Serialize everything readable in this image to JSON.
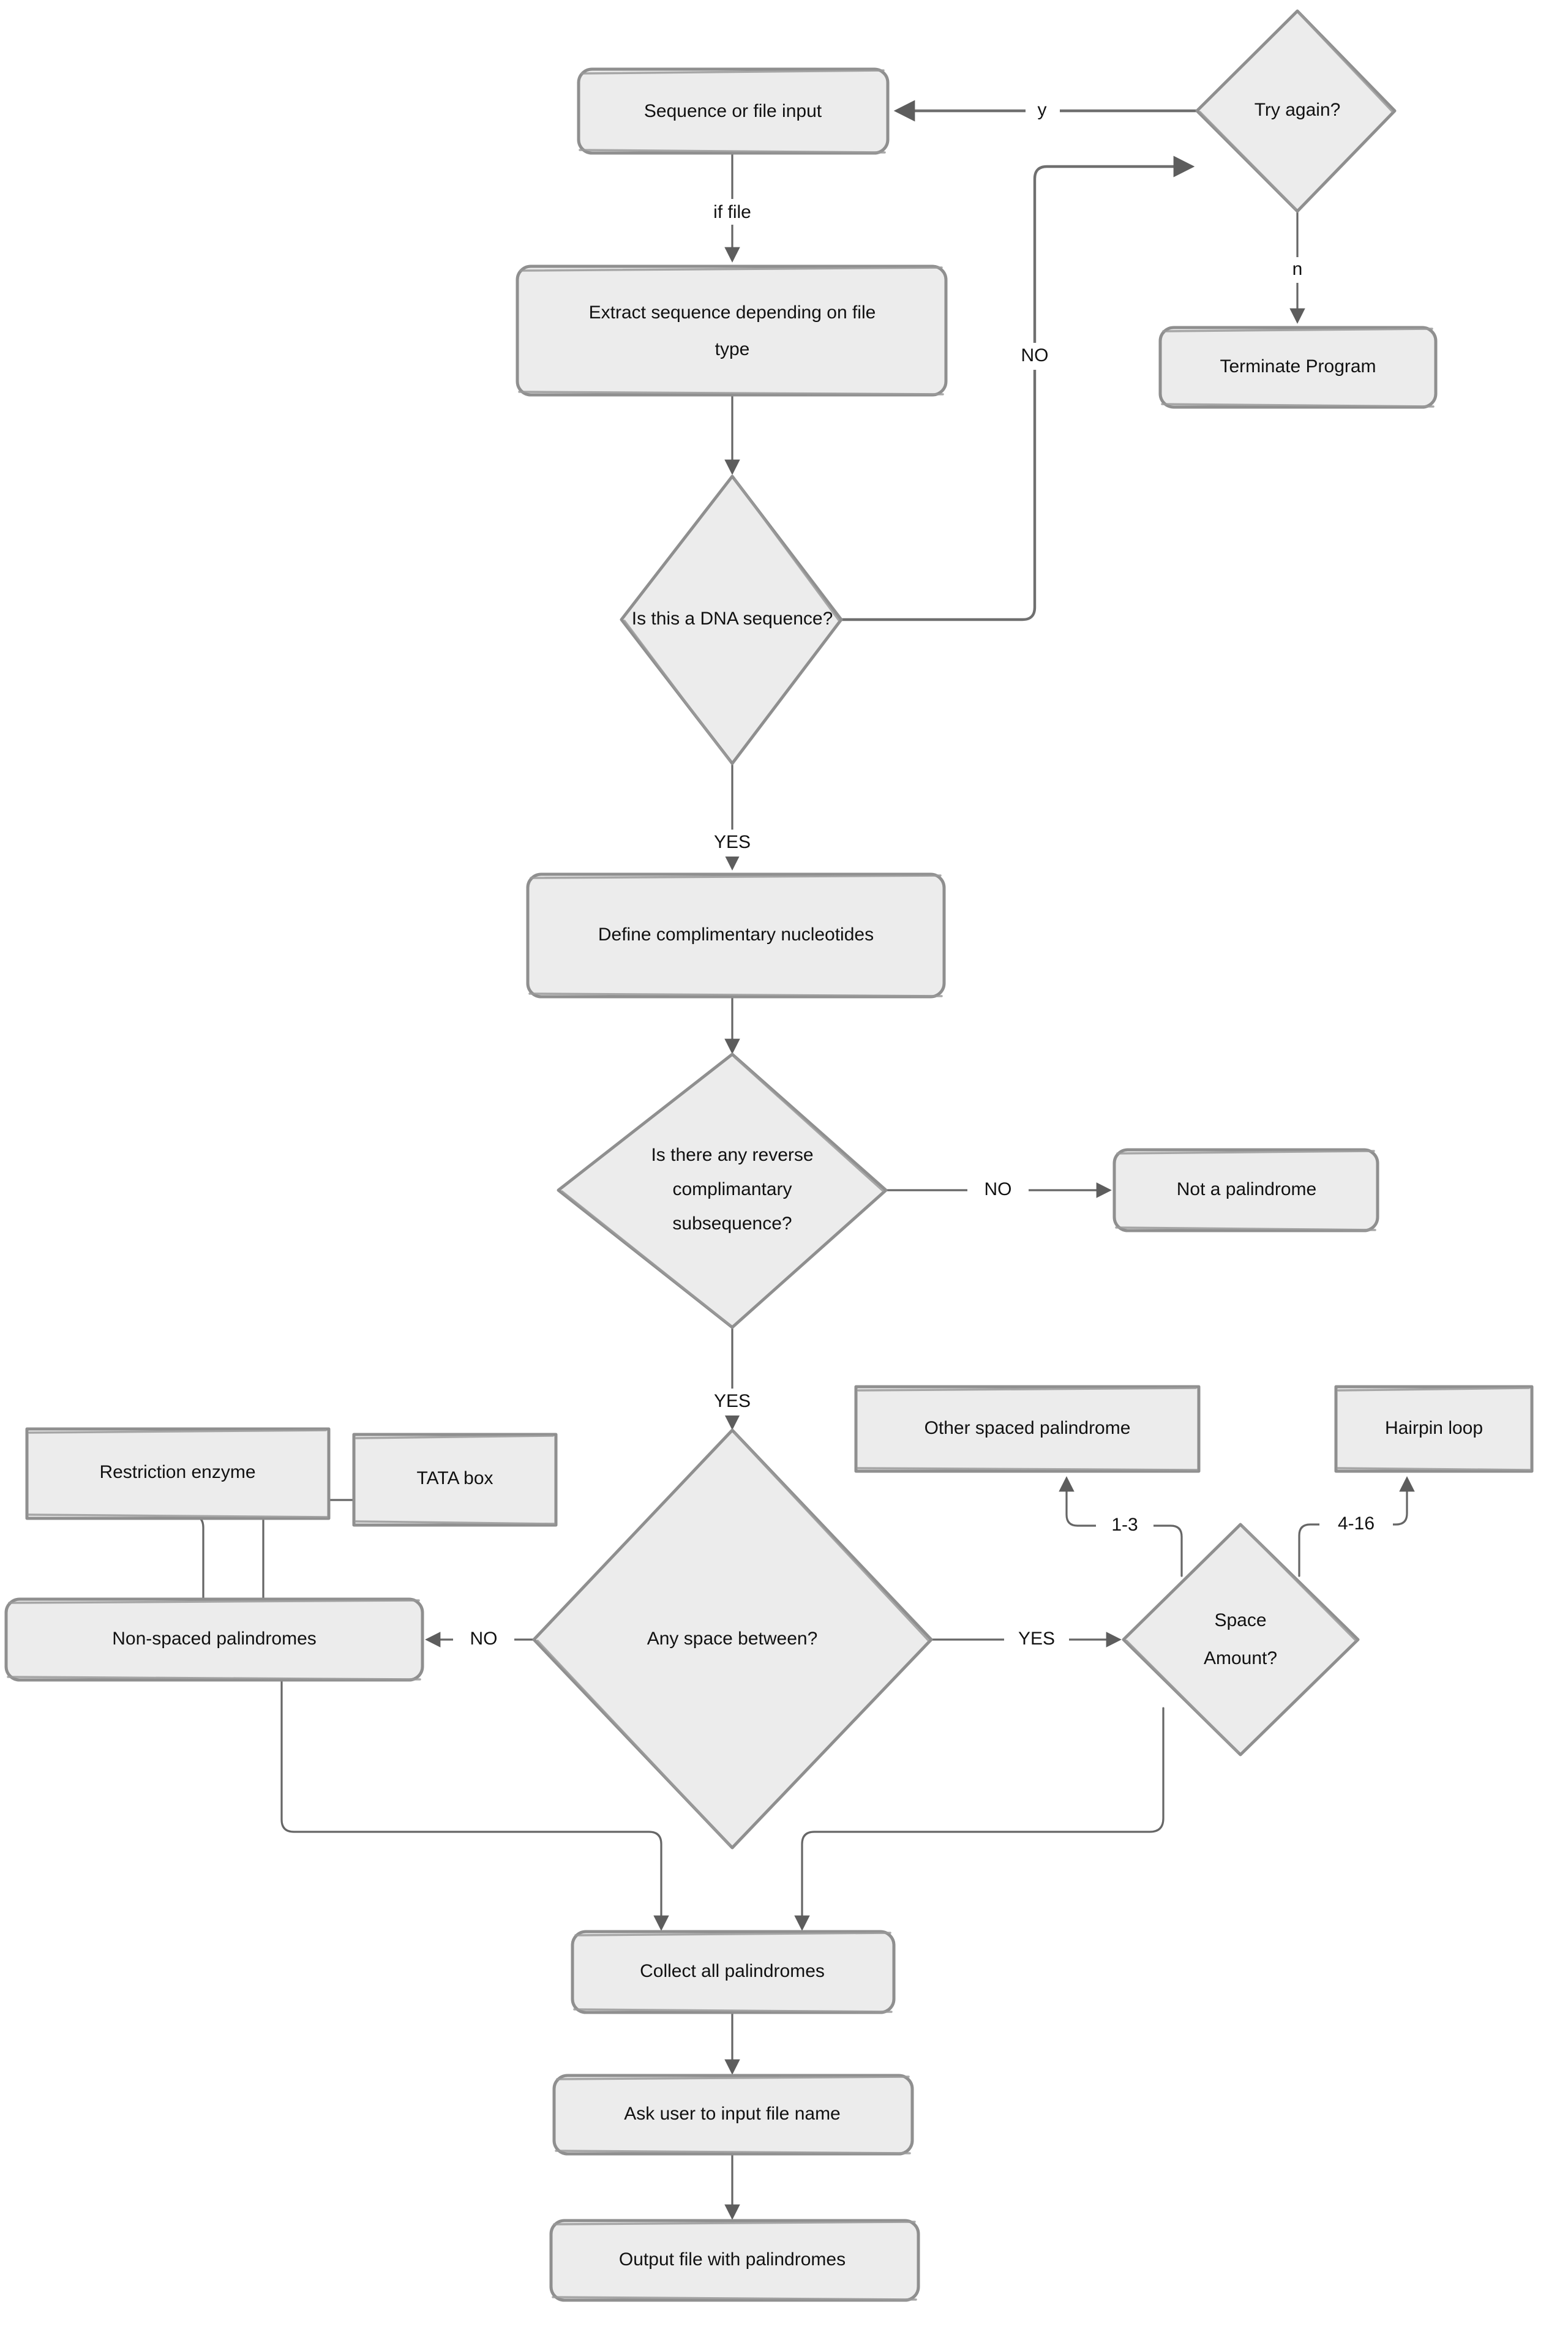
{
  "diagram": {
    "title": "DNA palindrome finder flowchart",
    "style": "hand-drawn sketch",
    "colors": {
      "node_fill": "#ececec",
      "node_stroke": "#8f8f8f",
      "hatch": "#ffffff",
      "edge": "#666666",
      "arrowhead": "#5d5d5d",
      "text": "#111111",
      "background": "#ffffff"
    },
    "nodes": [
      {
        "id": "input",
        "shape": "rounded-rect",
        "label": "Sequence or file input"
      },
      {
        "id": "extract",
        "shape": "rounded-rect",
        "label": "Extract sequence depending on file type",
        "lines": [
          "Extract sequence depending on file",
          "type"
        ]
      },
      {
        "id": "tryagain",
        "shape": "diamond",
        "label": "Try again?"
      },
      {
        "id": "terminate",
        "shape": "rounded-rect",
        "label": "Terminate Program"
      },
      {
        "id": "isdna",
        "shape": "diamond",
        "label": "Is this a DNA sequence?"
      },
      {
        "id": "definecomp",
        "shape": "rounded-rect",
        "label": "Define complimentary nucleotides"
      },
      {
        "id": "revcomp",
        "shape": "diamond",
        "label": "Is there any reverse complimantary subsequence?",
        "lines": [
          "Is there any reverse",
          "complimantary",
          "subsequence?"
        ]
      },
      {
        "id": "notpal",
        "shape": "rounded-rect",
        "label": "Not a palindrome"
      },
      {
        "id": "anyspace",
        "shape": "diamond",
        "label": "Any space between?"
      },
      {
        "id": "nonspaced",
        "shape": "rounded-rect",
        "label": "Non-spaced palindromes"
      },
      {
        "id": "restriction",
        "shape": "rect",
        "label": "Restriction enzyme"
      },
      {
        "id": "tata",
        "shape": "rect",
        "label": "TATA box"
      },
      {
        "id": "spaceamount",
        "shape": "diamond",
        "label": "Space Amount?",
        "lines": [
          "Space",
          "Amount?"
        ]
      },
      {
        "id": "otherspaced",
        "shape": "rect",
        "label": "Other spaced palindrome"
      },
      {
        "id": "hairpin",
        "shape": "rect",
        "label": "Hairpin loop"
      },
      {
        "id": "collect",
        "shape": "rounded-rect",
        "label": "Collect all palindromes"
      },
      {
        "id": "askname",
        "shape": "rounded-rect",
        "label": "Ask user to input file name"
      },
      {
        "id": "output",
        "shape": "rounded-rect",
        "label": "Output file with palindromes"
      }
    ],
    "edges": [
      {
        "from": "input",
        "to": "extract",
        "label": "if file"
      },
      {
        "from": "tryagain",
        "to": "input",
        "label": "y"
      },
      {
        "from": "tryagain",
        "to": "terminate",
        "label": "n"
      },
      {
        "from": "extract",
        "to": "isdna",
        "label": ""
      },
      {
        "from": "isdna",
        "to": "tryagain",
        "label": "NO"
      },
      {
        "from": "isdna",
        "to": "definecomp",
        "label": "YES"
      },
      {
        "from": "definecomp",
        "to": "revcomp",
        "label": ""
      },
      {
        "from": "revcomp",
        "to": "notpal",
        "label": "NO"
      },
      {
        "from": "revcomp",
        "to": "anyspace",
        "label": "YES"
      },
      {
        "from": "anyspace",
        "to": "nonspaced",
        "label": "NO"
      },
      {
        "from": "anyspace",
        "to": "spaceamount",
        "label": "YES"
      },
      {
        "from": "nonspaced",
        "to": "restriction",
        "label": ""
      },
      {
        "from": "nonspaced",
        "to": "tata",
        "label": ""
      },
      {
        "from": "spaceamount",
        "to": "otherspaced",
        "label": "1-3"
      },
      {
        "from": "spaceamount",
        "to": "hairpin",
        "label": "4-16"
      },
      {
        "from": "nonspaced",
        "to": "collect",
        "label": ""
      },
      {
        "from": "spaceamount",
        "to": "collect",
        "label": ""
      },
      {
        "from": "collect",
        "to": "askname",
        "label": ""
      },
      {
        "from": "askname",
        "to": "output",
        "label": ""
      }
    ],
    "labels": {
      "input": "Sequence or file input",
      "extract_l1": "Extract sequence depending on file",
      "extract_l2": "type",
      "tryagain": "Try again?",
      "terminate": "Terminate Program",
      "isdna": "Is this a DNA sequence?",
      "definecomp": "Define complimentary nucleotides",
      "revcomp_l1": "Is there any reverse",
      "revcomp_l2": "complimantary",
      "revcomp_l3": "subsequence?",
      "notpal": "Not a palindrome",
      "anyspace": "Any space between?",
      "nonspaced": "Non-spaced palindromes",
      "restriction": "Restriction enzyme",
      "tata": "TATA box",
      "spaceamount_l1": "Space",
      "spaceamount_l2": "Amount?",
      "otherspaced": "Other spaced palindrome",
      "hairpin": "Hairpin loop",
      "collect": "Collect all palindromes",
      "askname": "Ask user to input file name",
      "output": "Output file with palindromes"
    },
    "edge_labels": {
      "if_file": "if file",
      "y": "y",
      "n": "n",
      "no_dna": "NO",
      "yes_dna": "YES",
      "no_revcomp": "NO",
      "yes_revcomp": "YES",
      "no_space": "NO",
      "yes_space": "YES",
      "range_1_3": "1-3",
      "range_4_16": "4-16"
    }
  }
}
